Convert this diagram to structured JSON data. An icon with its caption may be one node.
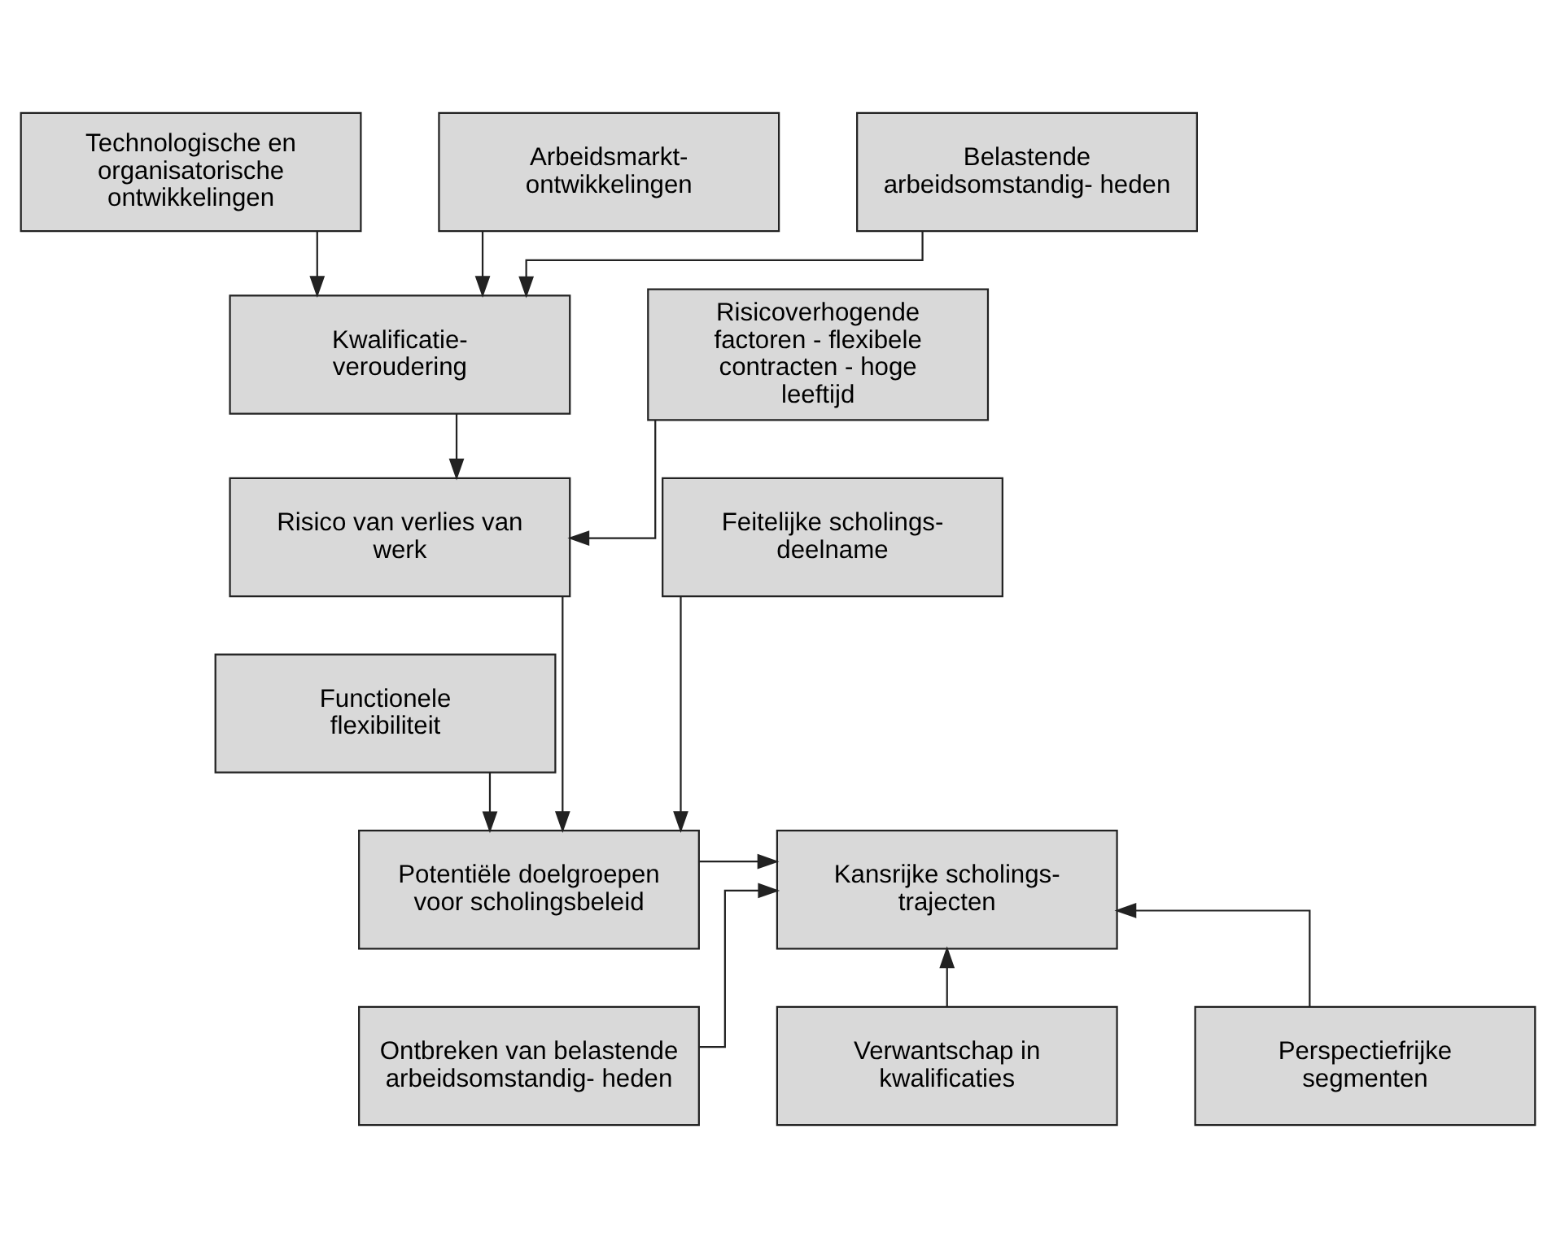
{
  "diagram": {
    "nodes": [
      {
        "text": [
          "Technologische en organisatorische ontwikkelingen"
        ]
      },
      {
        "text": [
          "Arbeidsmarkt- ontwikkelingen"
        ]
      },
      {
        "text": [
          "Belastende arbeidsomstandig- heden"
        ]
      },
      {
        "text": [
          "Kwalificatie- veroudering"
        ]
      },
      {
        "text": [
          "Risicoverhogende factoren - flexibele contracten - hoge leeftijd"
        ]
      },
      {
        "text": [
          "Risico van verlies van werk"
        ]
      },
      {
        "text": [
          "Feitelijke scholings- deelname"
        ]
      },
      {
        "text": [
          "Functionele flexibiliteit"
        ]
      },
      {
        "text": [
          "Potentiële doelgroepen voor scholingsbeleid"
        ]
      },
      {
        "text": [
          "Kansrijke scholings- trajecten"
        ]
      },
      {
        "text": [
          "Ontbreken van belastende arbeidsomstandig- heden"
        ]
      },
      {
        "text": [
          "Verwantschap in kwalificaties"
        ]
      },
      {
        "text": [
          "Perspectiefrijke segmenten"
        ]
      }
    ],
    "edges": [
      {
        "from": 0,
        "to": 3,
        "arrow": "to"
      },
      {
        "from": 1,
        "to": 3,
        "arrow": "to"
      },
      {
        "from": 2,
        "to": 3,
        "arrow": "to"
      },
      {
        "from": 3,
        "to": 5,
        "arrow": "to"
      },
      {
        "from": 4,
        "to": 5,
        "arrow": "to"
      },
      {
        "from": 5,
        "to": 8,
        "arrow": "to"
      },
      {
        "from": 6,
        "to": 8,
        "arrow": "to"
      },
      {
        "from": 7,
        "to": 8,
        "arrow": "to"
      },
      {
        "from": 8,
        "to": 9,
        "arrow": "to"
      },
      {
        "from": 10,
        "to": 9,
        "arrow": "to"
      },
      {
        "from": 11,
        "to": 9,
        "arrow": "to"
      },
      {
        "from": 12,
        "to": 9,
        "arrow": "to"
      }
    ]
  }
}
